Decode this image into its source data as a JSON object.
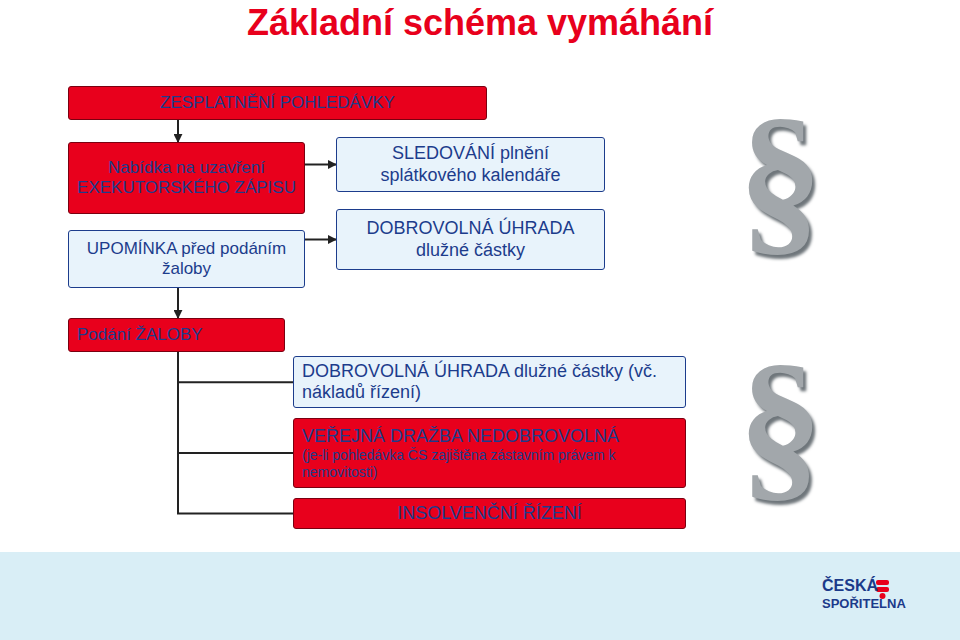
{
  "diagram": {
    "title": "Základní schéma vymáhání",
    "nodes": [
      {
        "text": [
          "ZESPLATNĚNÍ POHLEDÁVKY"
        ]
      },
      {
        "text": [
          "Nabídka na uzavření EXEKUTORSKÉHO ZÁPISU"
        ]
      },
      {
        "text": [
          "UPOMÍNKA před podáním žaloby"
        ]
      },
      {
        "text": [
          "SLEDOVÁNÍ plnění splátkového kalendáře"
        ]
      },
      {
        "text": [
          "DOBROVOLNÁ ÚHRADA dlužné částky"
        ]
      },
      {
        "text": [
          "Podání ŽALOBY"
        ]
      },
      {
        "text": [
          "DOBROVOLNÁ ÚHRADA dlužné částky (vč. nákladů řízení)"
        ]
      },
      {
        "text": [
          "VEŘEJNÁ DRAŽBA NEDOBROVOLNÁ",
          "(je-li pohledávka ČS zajištěna zástavním právem k nemovitosti)"
        ]
      },
      {
        "text": [
          "INSOLVENČNÍ ŘÍZENÍ"
        ]
      }
    ],
    "edges": [
      {
        "from": 0,
        "to": 1,
        "arrow": "to"
      },
      {
        "from": 1,
        "to": 3,
        "arrow": "to"
      },
      {
        "from": 2,
        "to": 4,
        "arrow": "to"
      },
      {
        "from": 2,
        "to": 5,
        "arrow": "to"
      },
      {
        "from": 5,
        "to": 6,
        "arrow": "none"
      },
      {
        "from": 5,
        "to": 7,
        "arrow": "none"
      },
      {
        "from": 5,
        "to": 8,
        "arrow": "none"
      }
    ],
    "labels": [
      "§",
      "§",
      "ČESKÁ",
      "SPOŘITELNA"
    ]
  }
}
